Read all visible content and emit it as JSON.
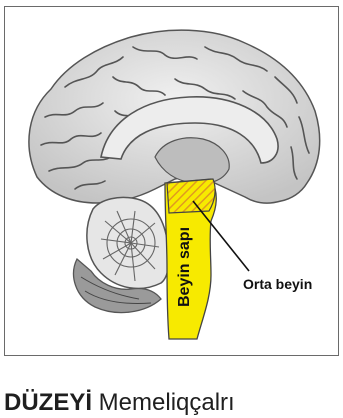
{
  "figure": {
    "labels": {
      "brainstem": "Beyin sapı",
      "midbrain": "Orta beyin"
    },
    "colors": {
      "brainstem_fill": "#f7ea00",
      "midbrain_hatch": "#e09a20",
      "brain_tissue": "#d6d6d6",
      "sulci_lines": "#555555",
      "frame_border": "#6a6a6a"
    },
    "icon_names": [
      "brain-sagittal-illustration",
      "cerebellum-illustration"
    ]
  },
  "bottom_text": {
    "bold_part": "DÜZEYİ",
    "rest": " Memeliqçalrı"
  }
}
